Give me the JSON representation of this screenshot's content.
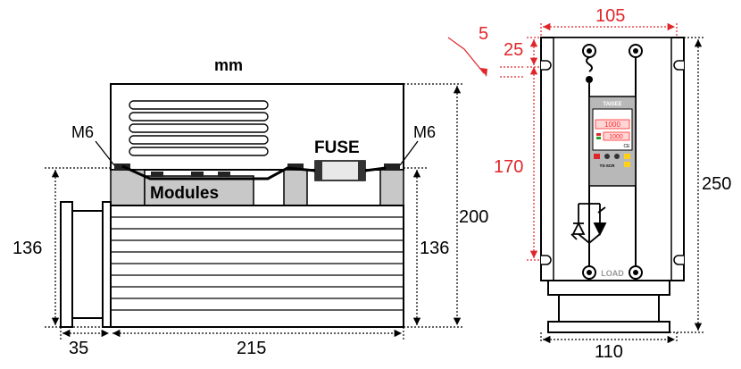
{
  "unit_label": "mm",
  "side_view": {
    "label_m6_left": "M6",
    "label_m6_right": "M6",
    "label_fuse": "FUSE",
    "label_modules": "Modules",
    "dim_height_left": "136",
    "dim_height_mid": "136",
    "dim_height_total": "200",
    "dim_flange_width": "35",
    "dim_body_width": "215"
  },
  "front_view": {
    "dim_top_width": "105",
    "dim_offset": "25",
    "dim_slot_index": "5",
    "dim_slot_span": "170",
    "dim_total_height": "250",
    "dim_base_width": "110",
    "brand": "TAISEE",
    "display_1": "1000",
    "display_2": "1000",
    "ce_mark": "CE",
    "model": "TS-SCR",
    "load_label": "LOAD"
  },
  "colors": {
    "red_dimension": "#e0262a",
    "module_gray": "#c8c8c8",
    "controller_gray": "#b8b8b8",
    "display_red": "#ff2a2a"
  }
}
